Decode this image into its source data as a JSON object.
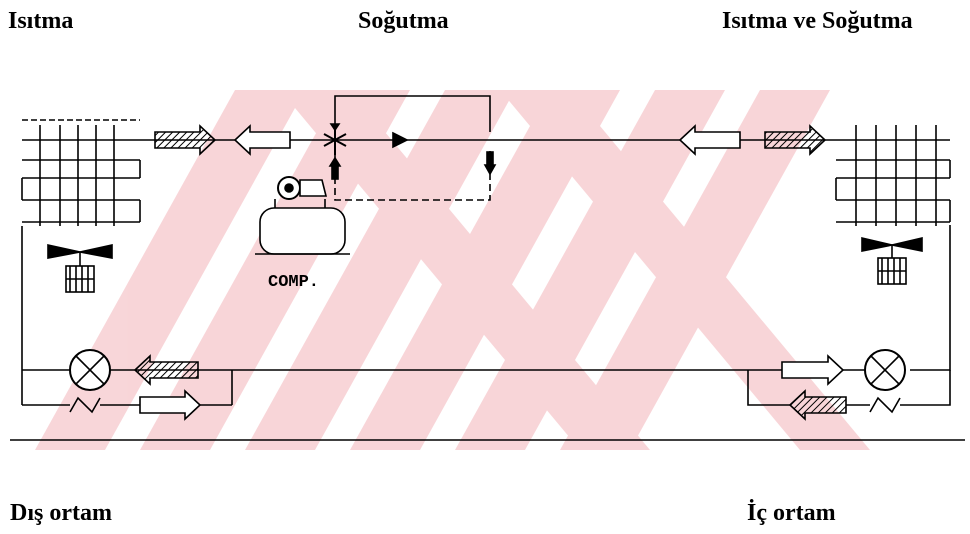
{
  "labels": {
    "heating": "Isıtma",
    "cooling": "Soğutma",
    "heating_cooling": "Isıtma ve Soğutma",
    "outdoor": "Dış ortam",
    "indoor": "İç ortam",
    "compressor": "COMP."
  },
  "colors": {
    "line": "#000000",
    "watermark": "#f6c8cc",
    "background": "#ffffff"
  }
}
